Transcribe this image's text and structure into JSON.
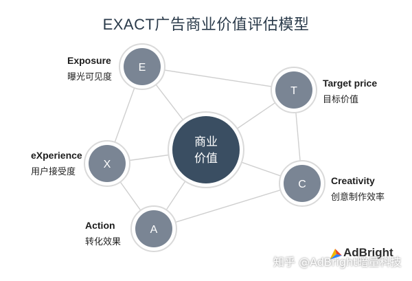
{
  "title": "EXACT广告商业价值评估模型",
  "center": {
    "line1": "商业",
    "line2": "价值"
  },
  "nodes": [
    {
      "letter": "E",
      "name": "Exposure",
      "desc": "曝光可见度"
    },
    {
      "letter": "T",
      "name": "Target price",
      "desc": "目标价值"
    },
    {
      "letter": "C",
      "name": "Creativity",
      "desc": "创意制作效率"
    },
    {
      "letter": "A",
      "name": "Action",
      "desc": "转化效果"
    },
    {
      "letter": "X",
      "name": "eXperience",
      "desc": "用户接受度"
    }
  ],
  "colors": {
    "node_fill": "#7a8594",
    "center_fill": "#3a4e62",
    "ring": "#d9d9d9",
    "line": "#cfcfcf"
  },
  "watermark": "知乎 @AdBright暗量科技",
  "logo": {
    "text": "AdBright",
    "icon": "adbright-logo-icon"
  }
}
